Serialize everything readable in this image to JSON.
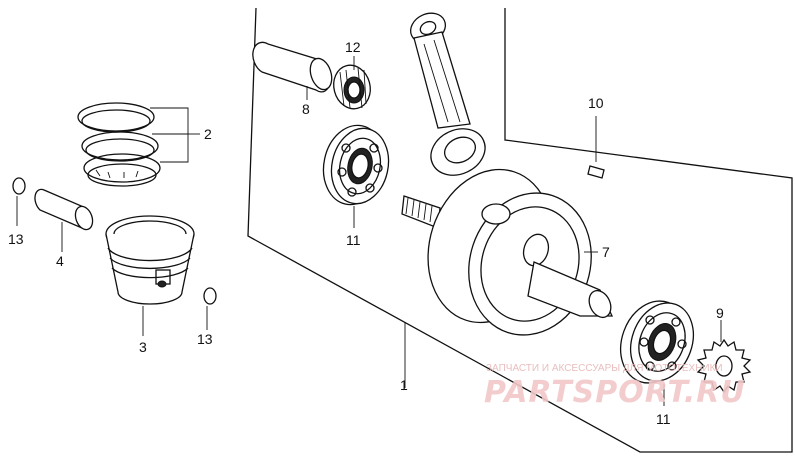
{
  "callouts": {
    "p1": "1",
    "p2": "2",
    "p3": "3",
    "p4": "4",
    "p7": "7",
    "p8": "8",
    "p9": "9",
    "p10": "10",
    "p11a": "11",
    "p11b": "11",
    "p12": "12",
    "p13a": "13",
    "p13b": "13"
  },
  "watermark": {
    "tagline": "ЗАПЧАСТИ И АКСЕССУАРЫ ДЛЯ МОТОТЕХНИКИ",
    "brand": "PARTSPORT.RU",
    "color": "#e8a0a0"
  }
}
